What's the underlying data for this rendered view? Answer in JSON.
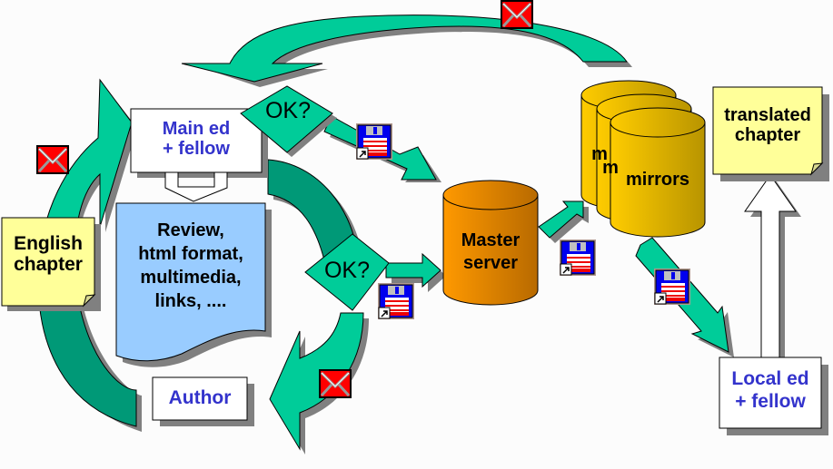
{
  "nodes": {
    "english_chapter": "English\nchapter",
    "main_ed": "Main ed\n+ fellow",
    "review": "Review,\nhtml format,\nmultimedia,\nlinks, ....",
    "author": "Author",
    "ok_top": "OK?",
    "ok_mid": "OK?",
    "master_server": "Master\nserver",
    "mirrors": "mirrors",
    "mirror_back1": "m",
    "mirror_back2": "m",
    "translated_chapter": "translated\nchapter",
    "local_ed": "Local ed\n+ fellow"
  },
  "icons": {
    "envelope": "envelope-icon",
    "floppy": "floppy-disk-icon"
  },
  "colors": {
    "arrow_green": "#00cc99",
    "arrow_dark_green": "#009977",
    "shadow": "#808080",
    "note_yellow": "#ffff99",
    "review_blue": "#99ccff",
    "master_orange": "#ff9900",
    "mirror_gold": "#ffcc00",
    "label_blue": "#3333cc",
    "envelope_red": "#ff0000"
  }
}
